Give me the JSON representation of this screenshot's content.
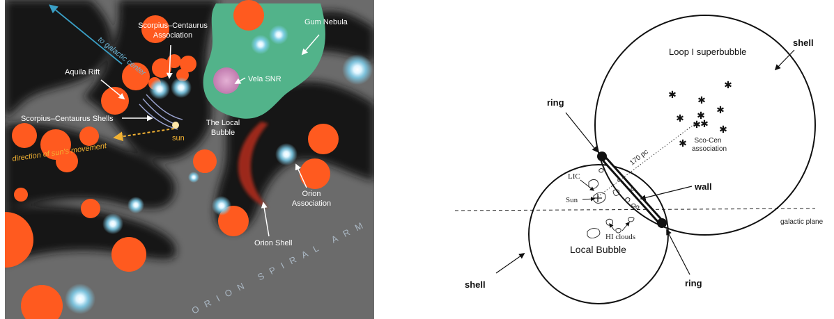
{
  "left_panel": {
    "labels": {
      "galactic_center": "to galactic center",
      "sco_cen_assoc_line1": "Scorpius–Centaurus",
      "sco_cen_assoc_line2": "Association",
      "gum_nebula": "Gum Nebula",
      "aquila_rift": "Aquila Rift",
      "vela_snr": "Vela SNR",
      "sco_cen_shells": "Scorpius–Centaurus Shells",
      "local_bubble_line1": "The Local",
      "local_bubble_line2": "Bubble",
      "sun_movement": "direction of sun's movement",
      "sun": "sun",
      "orion_assoc_line1": "Orion",
      "orion_assoc_line2": "Association",
      "orion_shell": "Orion Shell",
      "orion_arm": "ORION SPIRAL ARM"
    },
    "colors": {
      "background": "#6b6b6b",
      "dark_gas": "#141414",
      "hot_gas": "#ff5a1f",
      "gum_nebula": "#52b38a",
      "vela_snr": "#c685b3",
      "star_glow": "#7fd0ee",
      "sun_arrow": "#f2b233",
      "galactic_arrow": "#3a9fc6"
    }
  },
  "right_panel": {
    "labels": {
      "loop_superbubble": "Loop I  superbubble",
      "shell_top": "shell",
      "ring_top": "ring",
      "distance": "170 pc",
      "sco_cen_line1": "Sco-Cen",
      "sco_cen_line2": "association",
      "lic": "LIC",
      "wall": "wall",
      "sun": "Sun",
      "galactic_plane": "galactic plane",
      "hi_clouds": "HI clouds",
      "local_bubble": "Local  Bubble",
      "shell_bottom": "shell",
      "ring_bottom": "ring"
    },
    "star_symbol": "✱"
  }
}
